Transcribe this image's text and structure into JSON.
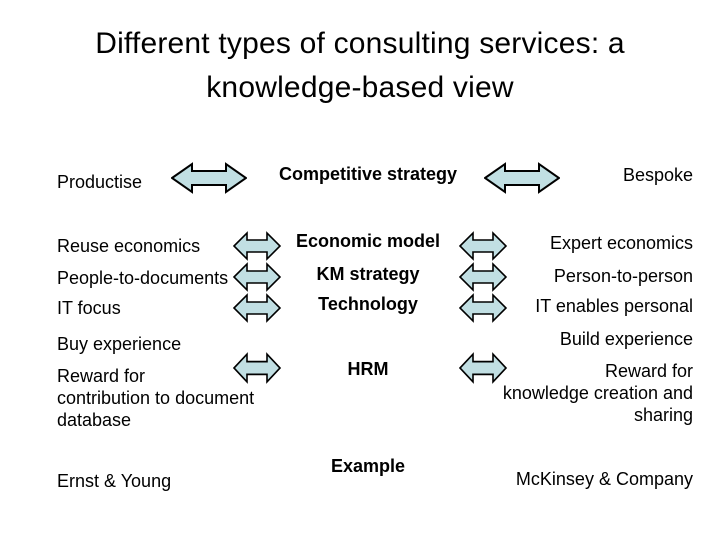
{
  "slide": {
    "title": "Different types of consulting services: a knowledge-based view",
    "header": {
      "left": "Productise",
      "center": "Competitive strategy",
      "right": "Bespoke"
    },
    "rows": [
      {
        "left": "Reuse economics",
        "center": "Economic model",
        "right": "Expert economics"
      },
      {
        "left": "People-to-documents",
        "center": "KM strategy",
        "right": "Person-to-person"
      },
      {
        "left": "IT focus",
        "center": "Technology",
        "right": "IT enables personal"
      },
      {
        "left": "Buy experience",
        "center": "",
        "right": "Build experience"
      },
      {
        "left": "Reward for\ncontribution to document\ndatabase",
        "center": "HRM",
        "right": "Reward for\nknowledge creation and\nsharing"
      }
    ],
    "footer": {
      "left": "Ernst & Young",
      "center": "Example",
      "right": "McKinsey & Company"
    }
  },
  "icons": {
    "double_arrow": "double-arrow-icon"
  },
  "colors": {
    "background": "#ffffff",
    "text": "#000000",
    "arrow_fill": "#c1dfe3",
    "arrow_stroke": "#000000"
  }
}
